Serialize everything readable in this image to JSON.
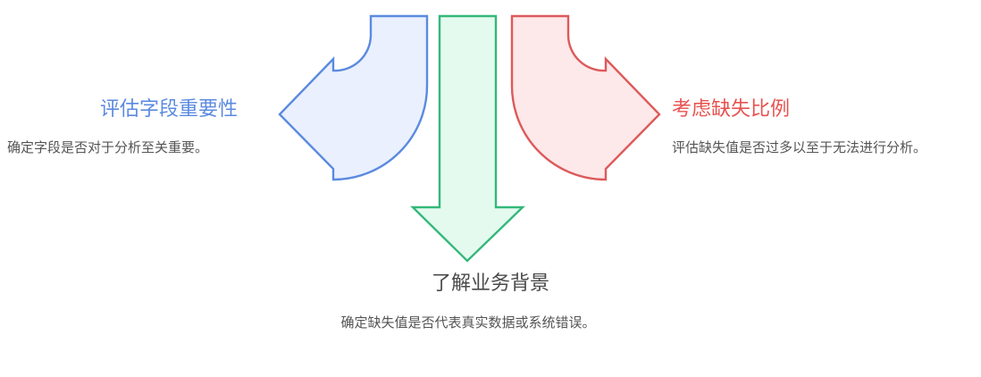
{
  "diagram": {
    "type": "three-way-branch-arrow-diagram",
    "background": "#ffffff",
    "branches": [
      {
        "id": "assess-field-importance",
        "direction": "left",
        "title": "评估字段重要性",
        "description": "确定字段是否对于分析至关重要。",
        "arrow_icon": "curved-arrow-left-icon",
        "stroke_color": "#5b8ae0",
        "fill_color": "#eaf0fd",
        "title_color": "#5b8ae0",
        "desc_color": "#555555"
      },
      {
        "id": "understand-business-context",
        "direction": "down",
        "title": "了解业务背景",
        "description": "确定缺失值是否代表真实数据或系统错误。",
        "arrow_icon": "arrow-down-icon",
        "stroke_color": "#34b87a",
        "fill_color": "#e4faef",
        "title_color": "#4a4a4a",
        "desc_color": "#555555"
      },
      {
        "id": "consider-missing-ratio",
        "direction": "right",
        "title": "考虑缺失比例",
        "description": "评估缺失值是否过多以至于无法进行分析。",
        "arrow_icon": "curved-arrow-right-icon",
        "stroke_color": "#dd5a5a",
        "fill_color": "#fde8ea",
        "title_color": "#e8524f",
        "desc_color": "#555555"
      }
    ]
  }
}
